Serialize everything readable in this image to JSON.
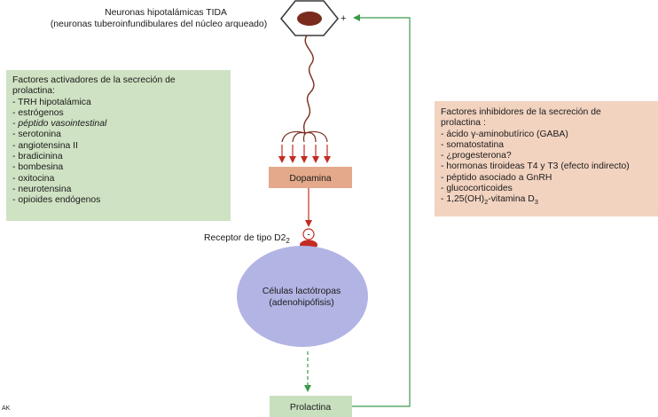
{
  "neuron": {
    "title": "Neuronas hipotalámicas TIDA",
    "subtitle": "(neuronas tuberoinfundibulares del núcleo arqueado)",
    "plus": "+"
  },
  "activators": {
    "title_line1": "Factores activadores de la secreción de",
    "title_line2": "prolactina:",
    "items": [
      "- TRH hipotalámica",
      "- estrógenos",
      "- péptido vasointestinal",
      "- serotonina",
      "- angiotensina II",
      "- bradicinina",
      "- bombesina",
      "- oxitocina",
      "- neurotensina",
      "- opioides endógenos"
    ]
  },
  "inhibitors": {
    "title_line1": "Factores inhibidores de la secreción de",
    "title_line2": "prolactina :",
    "items": [
      "- ácido γ-aminobutírico (GABA)",
      "- somatostatina",
      "- ¿progesterona?",
      "- hormonas tiroideas T4 y T3 (efecto indirecto)",
      "- péptido asociado a GnRH",
      "- glucocorticoides"
    ],
    "vitd_prefix": "- 1,25(OH)",
    "vitd_sub1": "2",
    "vitd_middle": "-vitamina D",
    "vitd_sub2": "3"
  },
  "dopamine_label": "Dopamina",
  "receptor": {
    "label": "Receptor de tipo D2",
    "label_sub": "2",
    "sign": "-"
  },
  "cells": {
    "line1": "Células lactótropas",
    "line2": "(adenohipófisis)"
  },
  "prolactin_label": "Prolactina",
  "corner_mark": "AK",
  "colors": {
    "activator_bg": "#cfe2c3",
    "inhibitor_bg": "#f2d3c0",
    "dopamine_box": "#e3a98a",
    "prolactin_box": "#c9e0bf",
    "cell_fill": "#b2b4e4",
    "receptor_red": "#c42b25",
    "nucleus_brown": "#7a2b1d",
    "feedback_green": "#3c9a4a"
  }
}
